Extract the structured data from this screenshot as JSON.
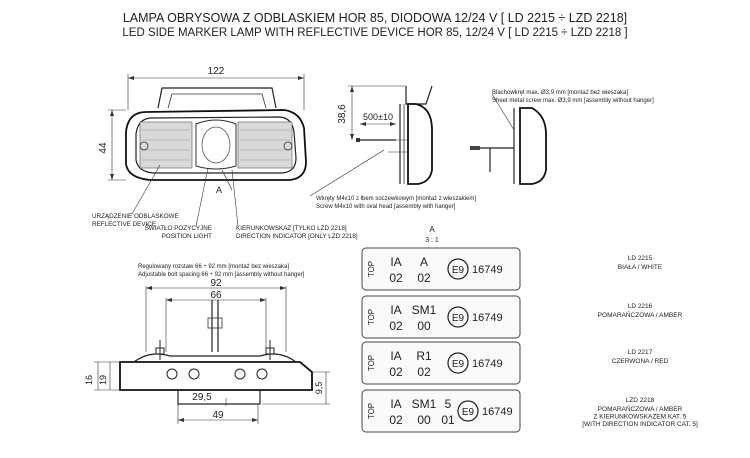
{
  "title": {
    "pl": "LAMPA OBRYSOWA Z ODBLASKIEM HOR 85, DIODOWA 12/24 V [ LD 2215 ÷ LZD 2218]",
    "en": "LED SIDE MARKER LAMP WITH REFLECTIVE DEVICE HOR 85, 12/24 V [ LD 2215 ÷ LZD 2218 ]"
  },
  "front_view": {
    "width_dim": "122",
    "height_dim": "44",
    "marker_a": "A",
    "callout_reflective": "URZĄDZENIE ODBLASKOWE\nREFLECTIVE DEVICE",
    "callout_position": "ŚWIATŁO POZYCYJNE\nPOSITION LIGHT",
    "callout_indicator": "KIERUNKOWSKAZ [TYLKO LZD 2218]\nDIRECTION INDICATOR [ONLY LZD 2218]"
  },
  "side_view": {
    "height_dim": "38,6",
    "cable_dim": "500±10",
    "screw_note": "Wkręty M4x10 z łbem soczewkowym [montaż z wieszakiem]\nScrew M4x10 with oval head [assembly with hanger]"
  },
  "hanger_view": {
    "sheet_screw_note": "Blachowkręt max. Ø3,9 mm [montaż bez wieszaka]\nSheet metal screw max. Ø3,9 mm [assembly without hanger]"
  },
  "detail_a": {
    "label": "A",
    "scale": "3 : 1"
  },
  "bottom_view": {
    "spacing_note": "Regulowany rozstaw 66 ÷ 92 mm [montaż bez wieszaka]\nAdjustable bolt spacing 66 ÷ 92 mm [assembly without hanger]",
    "dim_92": "92",
    "dim_66": "66",
    "dim_29_5": "29,5",
    "dim_49": "49",
    "dim_16": "16",
    "dim_19": "19",
    "dim_9_5": "9,5"
  },
  "label_variants": [
    {
      "code": "LD 2215",
      "color": "BIAŁA / WHITE",
      "ia": "IA",
      "row2": "02",
      "mid_top": "A",
      "mid_bot": "02",
      "mark": "E9",
      "approval": "16749",
      "top_text": "TOP"
    },
    {
      "code": "LD 2216",
      "color": "POMARAŃCZOWA / AMBER",
      "ia": "IA",
      "row2": "02",
      "mid_top": "SM1",
      "mid_bot": "00",
      "mark": "E9",
      "approval": "16749",
      "top_text": "TOP"
    },
    {
      "code": "LD 2217",
      "color": "CZERWONA / RED",
      "ia": "IA",
      "row2": "02",
      "mid_top": "R1",
      "mid_bot": "02",
      "mark": "E9",
      "approval": "16749",
      "top_text": "TOP"
    },
    {
      "code": "LZD 2218",
      "color": "POMARAŃCZOWA / AMBER\nZ KIERUNKOWSKAZEM KAT. 5\n[WITH DIRECTION INDICATOR CAT. 5]",
      "ia": "IA",
      "row2": "02",
      "mid_top": "SM1",
      "mid_bot": "00",
      "extra_top": "5",
      "extra_bot": "01",
      "mark": "E9",
      "approval": "16749",
      "top_text": "TOP"
    }
  ]
}
